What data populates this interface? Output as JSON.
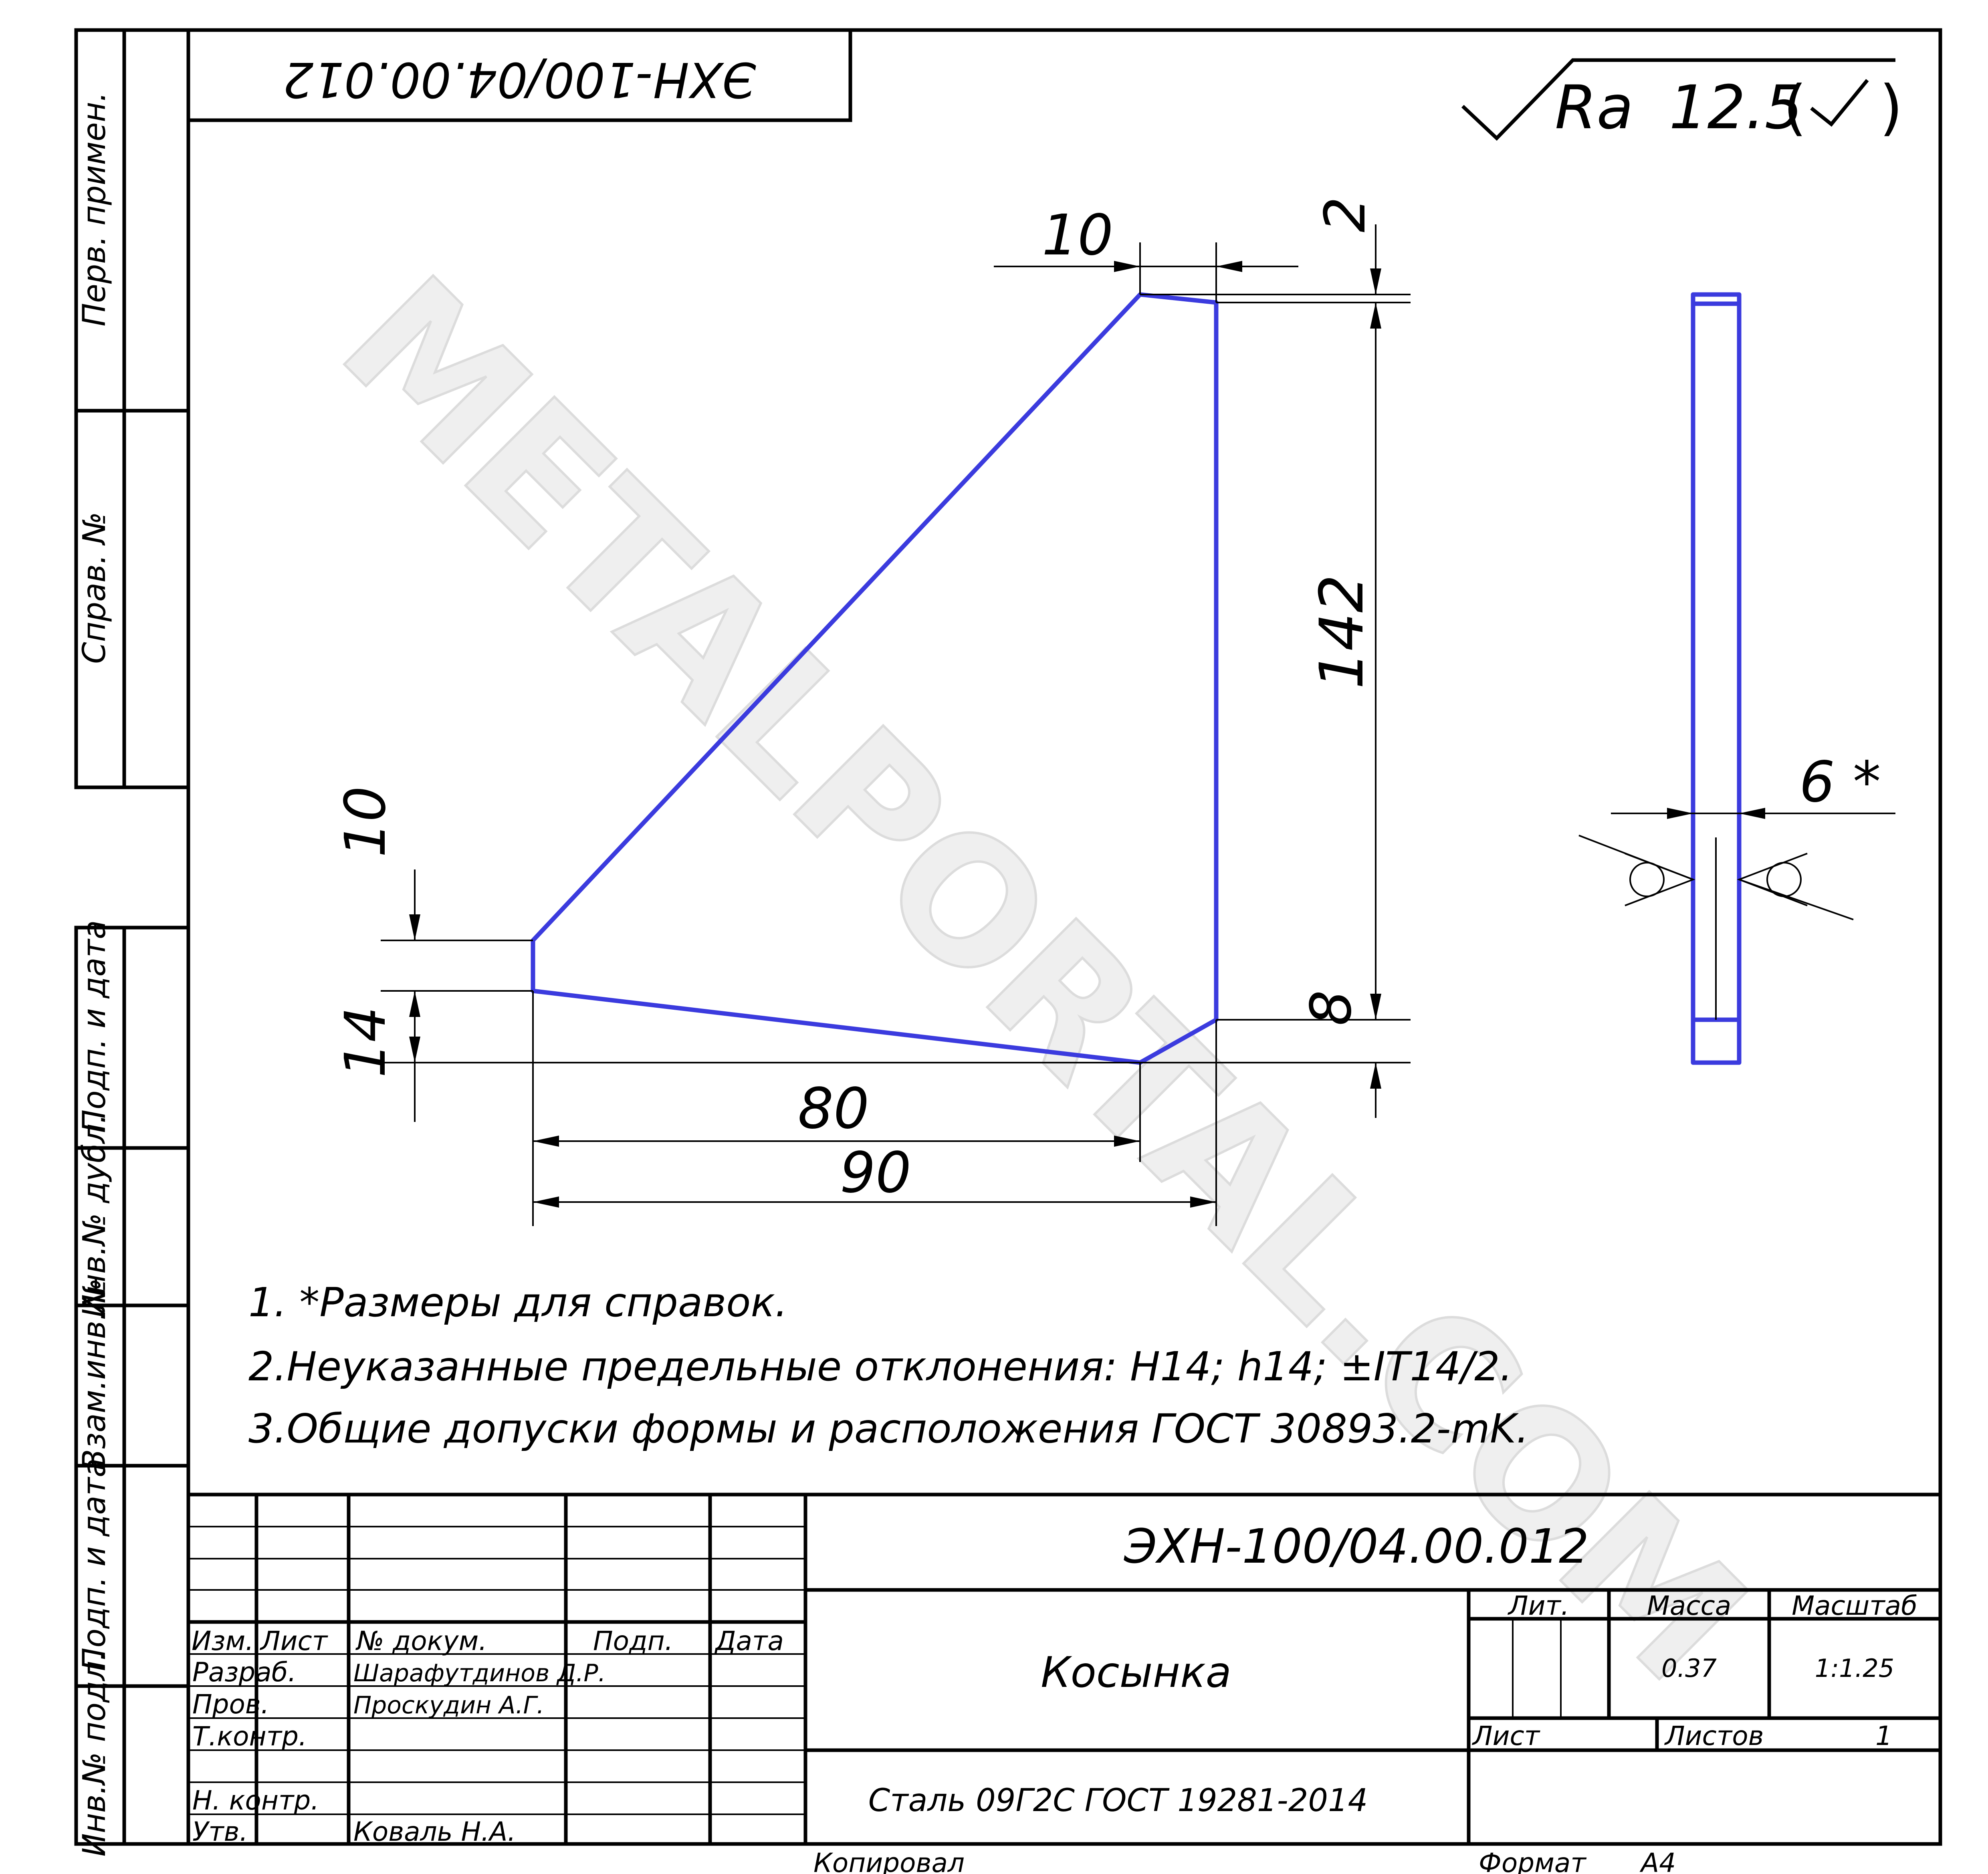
{
  "designation_top": "ЭХН-100/04.00.012",
  "roughness": {
    "prefix": "Ra",
    "value": "12.5"
  },
  "dims": {
    "d10_top": "10",
    "d2": "2",
    "d142": "142",
    "d6": "6 *",
    "d10_left": "10",
    "d14": "14",
    "d8": "8",
    "d80": "80",
    "d90": "90"
  },
  "notes": [
    "1.  *Размеры для справок.",
    "2.Неуказанные предельные отклонения: H14; h14; ±IT14/2.",
    "3.Общие допуски формы и расположения ГОСТ 30893.2-mK."
  ],
  "side_strip": {
    "perv_primen": "Перв. примен.",
    "sprav_no": "Справ. №",
    "podp_data_1": "Подп. и дата",
    "inv_dubl": "Инв.№ дубл.",
    "vzam_inv": "Взам.инв.№",
    "podp_data_2": "Подп. и дата",
    "inv_podl": "Инв.№ подл."
  },
  "title_block": {
    "designation": "ЭХН-100/04.00.012",
    "name": "Косынка",
    "material": "Сталь 09Г2С ГОСТ 19281-2014",
    "headers": {
      "izm": "Изм.",
      "list": "Лист",
      "doc": "№ докум.",
      "podp": "Подп.",
      "data": "Дата"
    },
    "roles": {
      "razrab": "Разраб.",
      "prov": "Пров.",
      "tkontr": "Т.контр.",
      "nkontr": "Н. контр.",
      "utv": "Утв."
    },
    "people": {
      "razrab": "Шарафутдинов Д.Р.",
      "prov": "Проскудин А.Г.",
      "utv": "Коваль Н.А."
    },
    "lit_label": "Лит.",
    "mass_label": "Масса",
    "scale_label": "Масштаб",
    "mass": "0.37",
    "scale": "1:1.25",
    "sheet_label": "Лист",
    "sheets_label": "Листов",
    "sheets": "1"
  },
  "footer": {
    "copied": "Копировал",
    "format_label": "Формат",
    "format": "A4"
  },
  "watermark": "METALPORTAL.COM"
}
